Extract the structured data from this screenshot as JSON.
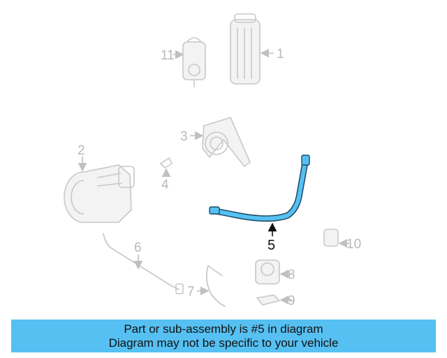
{
  "labels": {
    "p1": "1",
    "p2": "2",
    "p3": "3",
    "p4": "4",
    "p5": "5",
    "p6": "6",
    "p7": "7",
    "p8": "8",
    "p9": "9",
    "p10": "10",
    "p11": "11"
  },
  "banner": {
    "line1": "Part or sub-assembly is #5 in diagram",
    "line2": "Diagram may not be specific to your vehicle"
  },
  "colors": {
    "highlight": "#56c0f2",
    "ghost": "#c8c8c8"
  }
}
